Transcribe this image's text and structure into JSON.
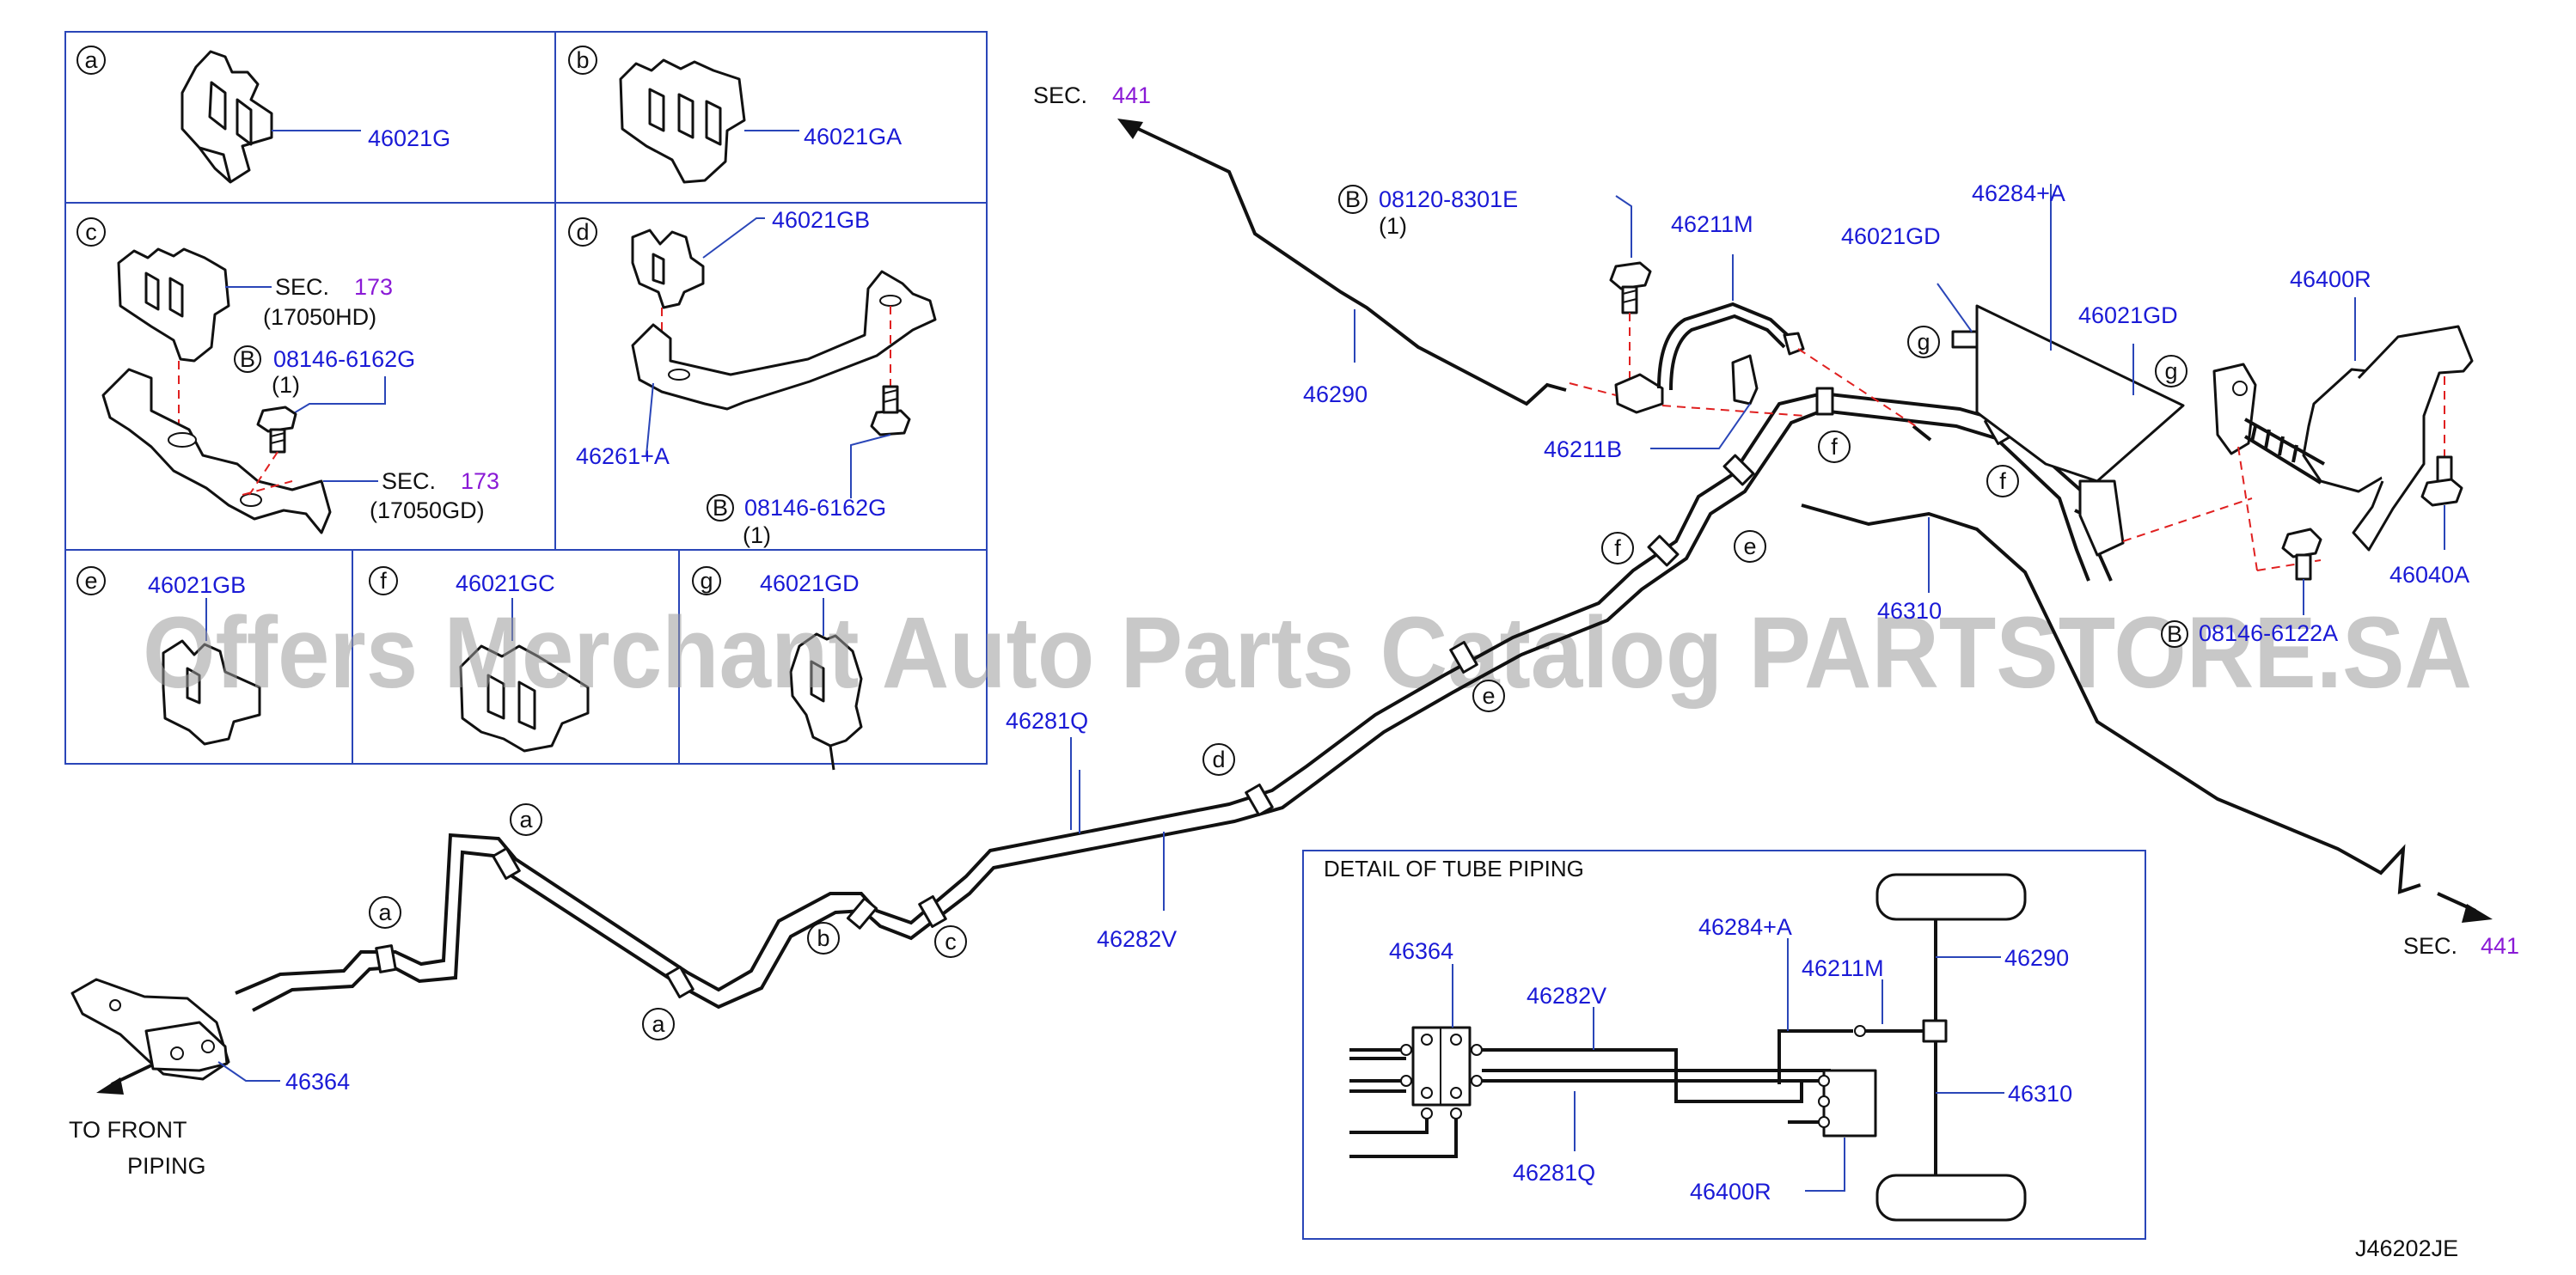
{
  "detail_boxes": [
    {
      "letter": "a",
      "part": "46021G"
    },
    {
      "letter": "b",
      "part": "46021GA"
    },
    {
      "letter": "c",
      "sec_label": "SEC.",
      "sec_num": "173",
      "sec_code": "(17050HD)",
      "bolt_prefix": "B",
      "bolt": "08146-6162G",
      "bolt_qty": "(1)",
      "sec2_label": "SEC.",
      "sec2_num": "173",
      "sec2_code": "(17050GD)"
    },
    {
      "letter": "d",
      "part_top": "46021GB",
      "part_bracket": "46261+A",
      "bolt_prefix": "B",
      "bolt": "08146-6162G",
      "bolt_qty": "(1)"
    },
    {
      "letter": "e",
      "part": "46021GB"
    },
    {
      "letter": "f",
      "part": "46021GC"
    },
    {
      "letter": "g",
      "part": "46021GD"
    }
  ],
  "main_labels": {
    "sec_top_label": "SEC.",
    "sec_top_num": "441",
    "bolt_top_prefix": "B",
    "bolt_top": "08120-8301E",
    "bolt_top_qty": "(1)",
    "p46290": "46290",
    "p46211M": "46211M",
    "p46211B": "46211B",
    "p46021GD_1": "46021GD",
    "p46284A": "46284+A",
    "p46021GD_2": "46021GD",
    "p46400R": "46400R",
    "p46040A": "46040A",
    "p46310": "46310",
    "bolt_right_prefix": "B",
    "bolt_right": "08146-6122A",
    "sec_right_label": "SEC.",
    "sec_right_num": "441",
    "p46281Q": "46281Q",
    "p46282V": "46282V",
    "p46364": "46364",
    "to_front_1": "TO  FRONT",
    "to_front_2": "PIPING",
    "diagram_code": "J46202JE"
  },
  "clip_callouts": [
    "a",
    "a",
    "a",
    "b",
    "c",
    "d",
    "e",
    "e",
    "f",
    "f",
    "f",
    "g",
    "g"
  ],
  "tube_detail": {
    "title": "DETAIL  OF  TUBE  PIPING",
    "p46364": "46364",
    "p46282V": "46282V",
    "p46284A": "46284+A",
    "p46211M": "46211M",
    "p46290": "46290",
    "p46310": "46310",
    "p46281Q": "46281Q",
    "p46400R": "46400R"
  },
  "watermark": "Offers Merchant Auto Parts Catalog PARTSTORE.SA",
  "colors": {
    "part_number": "#1a1ad6",
    "section_ref": "#8a1ad6",
    "leader": "#2a46b8",
    "dash": "#e02020"
  }
}
